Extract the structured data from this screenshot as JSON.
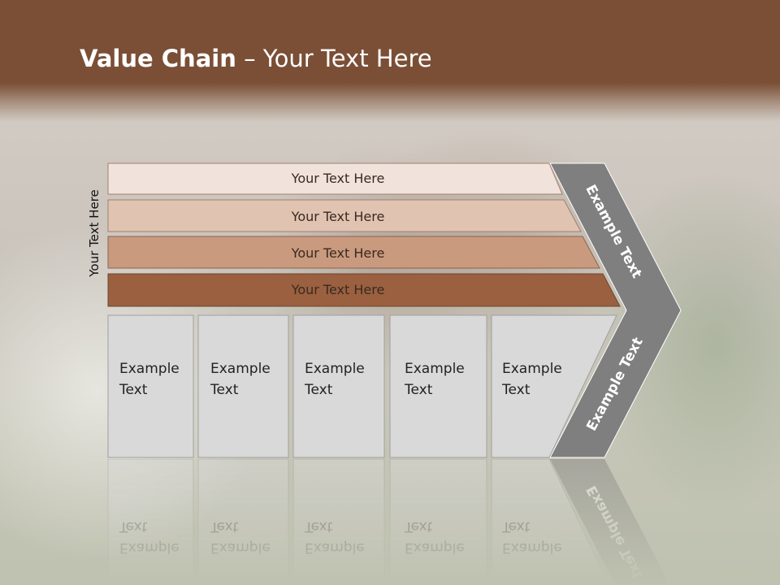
{
  "slide": {
    "title_bold": "Value Chain",
    "title_rest": " – Your Text Here",
    "side_label": "Your Text Here"
  },
  "bars": [
    {
      "label": "Your Text Here",
      "color": "#f1e2db"
    },
    {
      "label": "Your Text Here",
      "color": "#e1c3b1"
    },
    {
      "label": "Your Text Here",
      "color": "#c99a7e"
    },
    {
      "label": "Your Text Here",
      "color": "#9a603f"
    }
  ],
  "boxes": [
    {
      "line1": "Example",
      "line2": "Text"
    },
    {
      "line1": "Example",
      "line2": "Text"
    },
    {
      "line1": "Example",
      "line2": "Text"
    },
    {
      "line1": "Example",
      "line2": "Text"
    },
    {
      "line1": "Example",
      "line2": "Text"
    }
  ],
  "chevron": {
    "top_label": "Example Text",
    "bottom_label": "Example Text",
    "color": "#7f7f7f"
  },
  "box_color": "#d9d9d9"
}
